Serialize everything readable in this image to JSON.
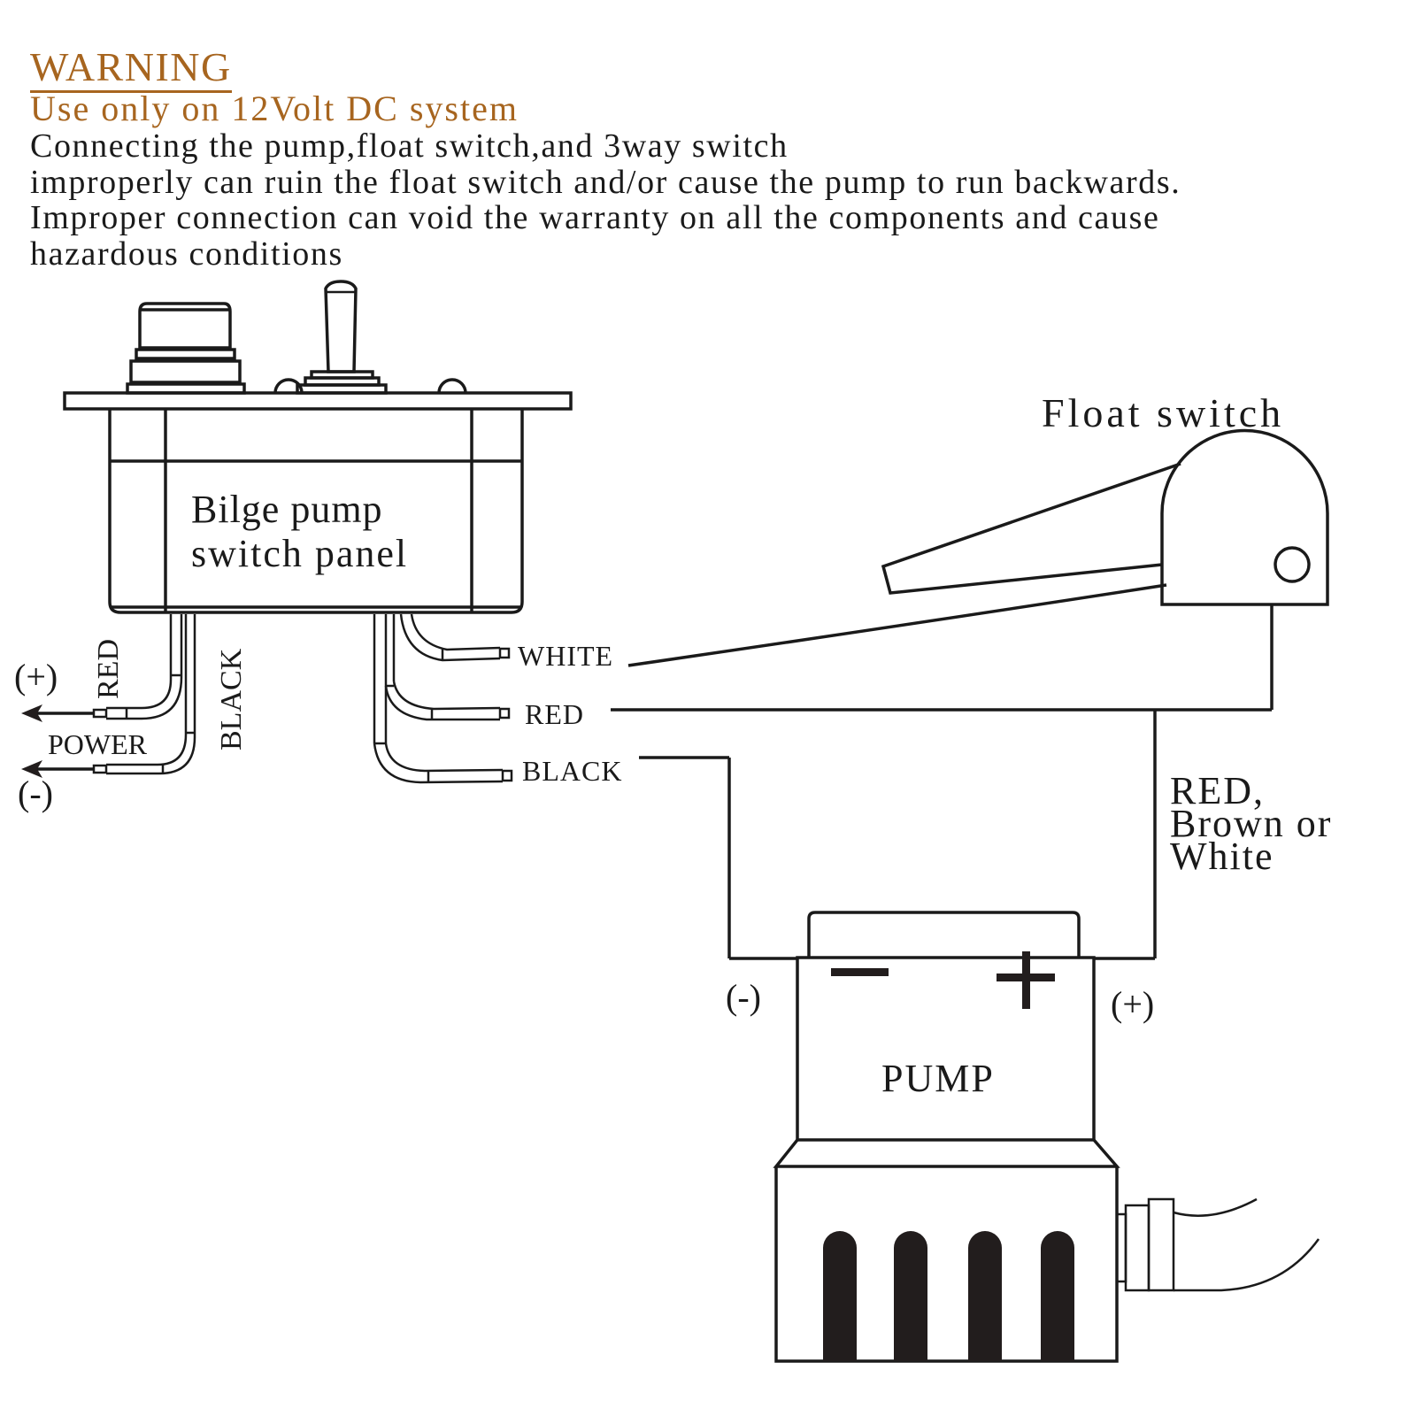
{
  "warning": {
    "title": "WARNING",
    "subtitle": "Use only on 12Volt DC system",
    "lines": [
      "Connecting the pump,float switch,and 3way switch",
      "improperly can ruin the float switch and/or cause the pump to run backwards.",
      "Improper connection can void the warranty on all the components and cause",
      "hazardous conditions"
    ],
    "accent_color": "#a7651f"
  },
  "switch_panel": {
    "label_line1": "Bilge pump",
    "label_line2": "switch panel",
    "power_wires": {
      "red": "RED",
      "black": "BLACK",
      "power": "POWER",
      "plus": "(+)",
      "minus": "(-)"
    },
    "output_wires": [
      "WHITE",
      "RED",
      "BLACK"
    ]
  },
  "float_switch": {
    "label": "Float switch"
  },
  "pump": {
    "label": "PUMP",
    "minus_symbol": "−",
    "plus_symbol": "+",
    "minus_terminal": "(-)",
    "plus_terminal": "(+)",
    "wire_note_lines": [
      "RED,",
      "Brown or",
      "White"
    ]
  }
}
